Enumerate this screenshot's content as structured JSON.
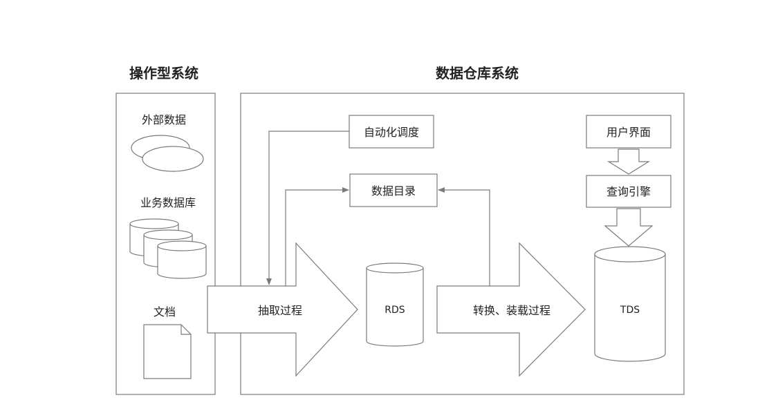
{
  "operational": {
    "title": "操作型系统",
    "external_data": "外部数据",
    "business_db": "业务数据库",
    "documents": "文档"
  },
  "warehouse": {
    "title": "数据仓库系统",
    "scheduler": "自动化调度",
    "catalog": "数据目录",
    "extract": "抽取过程",
    "rds": "RDS",
    "transform": "转换、装载过程",
    "tds": "TDS",
    "ui": "用户界面",
    "query_engine": "查询引擎"
  },
  "colors": {
    "stroke": "#7a7a7a",
    "shape_fill": "#ffffff",
    "text": "#222222"
  }
}
